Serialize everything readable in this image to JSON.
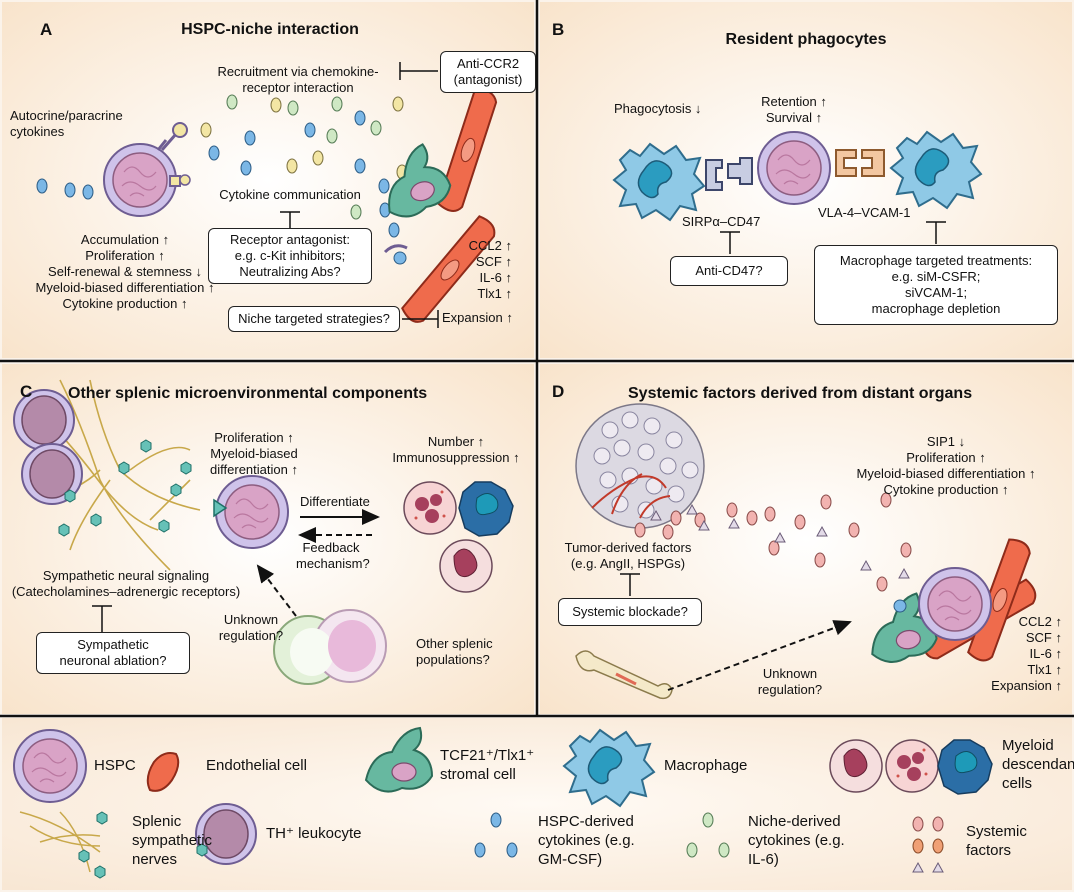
{
  "panelA": {
    "letter": "A",
    "title": "HSPC-niche interaction",
    "autocrine": [
      "Autocrine/paracrine",
      "cytokines"
    ],
    "recruitment": [
      "Recruitment via chemokine-",
      "receptor interaction"
    ],
    "antiCCR2": [
      "Anti-CCR2",
      "(antagonist)"
    ],
    "cytokineComm": "Cytokine communication",
    "hspcEffects": [
      "Accumulation ↑",
      "Proliferation ↑",
      "Self-renewal & stemness ↓",
      "Myeloid-biased differentiation ↑",
      "Cytokine production ↑"
    ],
    "receptorBox": [
      "Receptor antagonist:",
      "e.g. c-Kit inhibitors;",
      "Neutralizing Abs?"
    ],
    "nicheFactors": [
      "CCL2 ↑",
      "SCF ↑",
      "IL-6 ↑",
      "Tlx1 ↑"
    ],
    "expansion": "Expansion ↑",
    "nicheBox": "Niche targeted strategies?"
  },
  "panelB": {
    "letter": "B",
    "title": "Resident phagocytes",
    "phago": "Phagocytosis ↓",
    "retention": [
      "Retention ↑",
      "Survival ↑"
    ],
    "sirpa": "SIRPα–CD47",
    "vla4": "VLA-4–VCAM-1",
    "antiCD47": "Anti-CD47?",
    "macBox": [
      "Macrophage targeted treatments:",
      "e.g. siM-CSFR;",
      "siVCAM-1;",
      "macrophage depletion"
    ]
  },
  "panelC": {
    "letter": "C",
    "title": "Other splenic microenvironmental components",
    "prolif": [
      "Proliferation ↑",
      "Myeloid-biased",
      "differentiation ↑"
    ],
    "number": [
      "Number ↑",
      "Immunosuppression ↑"
    ],
    "differentiate": "Differentiate",
    "feedback": [
      "Feedback",
      "mechanism?"
    ],
    "sympathetic": [
      "Sympathetic neural signaling",
      "(Catecholamines–adrenergic receptors)"
    ],
    "sympBox": [
      "Sympathetic",
      "neuronal ablation?"
    ],
    "unknown": [
      "Unknown",
      "regulation?"
    ],
    "otherPop": [
      "Other splenic",
      "populations?"
    ]
  },
  "panelD": {
    "letter": "D",
    "title": "Systemic factors derived from distant organs",
    "tumor": [
      "Tumor-derived factors",
      "(e.g. AngII, HSPGs)"
    ],
    "systemicBox": "Systemic blockade?",
    "unknown": [
      "Unknown",
      "regulation?"
    ],
    "effects": [
      "SIP1 ↓",
      "Proliferation ↑",
      "Myeloid-biased differentiation ↑",
      "Cytokine production ↑"
    ],
    "nicheFactors": [
      "CCL2 ↑",
      "SCF ↑",
      "IL-6 ↑",
      "Tlx1 ↑",
      "Expansion ↑"
    ]
  },
  "legend": {
    "hspc": "HSPC",
    "endothelial": "Endothelial cell",
    "stromal": [
      "TCF21⁺/Tlx1⁺",
      "stromal cell"
    ],
    "macrophage": "Macrophage",
    "myeloid": [
      "Myeloid",
      "descendant",
      "cells"
    ],
    "nerves": [
      "Splenic",
      "sympathetic",
      "nerves"
    ],
    "th": "TH⁺ leukocyte",
    "hspcCyt": [
      "HSPC-derived",
      "cytokines (e.g.",
      "GM-CSF)"
    ],
    "nicheCyt": [
      "Niche-derived",
      "cytokines (e.g.",
      "IL-6)"
    ],
    "systemic": [
      "Systemic",
      "factors"
    ]
  },
  "colors": {
    "hspcBody": "#d9a3c6",
    "hspcRing": "#cfc3ea",
    "endothelial": "#ef6b4c",
    "stromal": "#67b8a0",
    "macrophage": "#8fc9e6",
    "hspcCytokine": "#7bb7e6",
    "nicheCytokine": "#cfe8c4",
    "systemicFactor": "#f2b3b0"
  }
}
